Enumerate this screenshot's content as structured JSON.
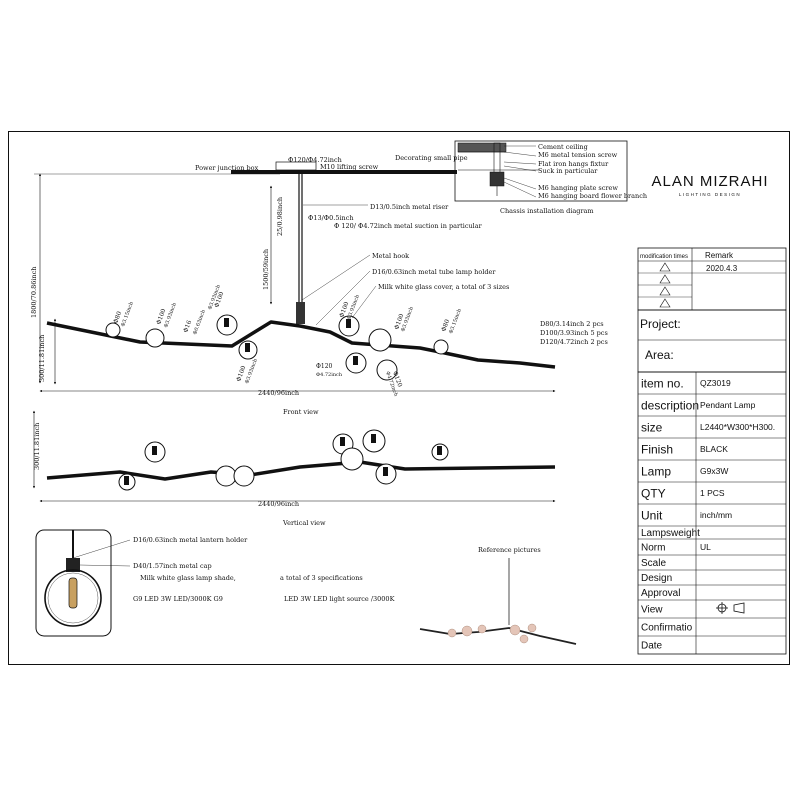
{
  "brand": {
    "name": "ALAN MIZRAHI",
    "tagline": "LIGHTING DESIGN"
  },
  "ceiling_detail": {
    "labels": [
      "Cement ceiling",
      "M6 metal tension screw",
      "Flat iron hangs fixtur",
      "Suck in particular",
      "M6 hanging plate screw",
      "M6 hanging board flower branch"
    ],
    "caption": "Chassis installation diagram"
  },
  "front_view": {
    "caption": "Front view",
    "annotations": {
      "power_box": "Power junction box",
      "small_pipe": "Decorating small pipe",
      "lifting_screw": "M10 lifting screw",
      "top_dia": "Φ120/Φ4.72inch",
      "metal_riser": "D13/0.5inch metal riser",
      "riser_dia": "Φ13/Φ0.5inch",
      "suction": "Φ 120/ Φ4.72inch metal suction in particular",
      "metal_hook": "Metal hook",
      "tube_holder": "D16/0.63inch metal tube lamp holder",
      "glass_cover": "Milk white glass cover, a total of 3 sizes",
      "size_list": [
        "D80/3.14inch   2 pcs",
        "D100/3.93inch  5 pcs",
        "D120/4.72inch  2 pcs"
      ]
    },
    "dims": {
      "height_total": "1800/70.86inch",
      "riser_len": "1500/59inch",
      "top_gap": "25/0.98inch",
      "side_height": "300/11.81inch",
      "width": "2440/96inch"
    },
    "bulb_labels": [
      "Φ80",
      "Φ3.15inch",
      "Φ100",
      "Φ3.93inch",
      "Φ100",
      "Φ3.93inch",
      "Φ16",
      "Φ0.63inch",
      "Φ100",
      "Φ3.93inch",
      "Φ120",
      "Φ4.72inch",
      "Φ100",
      "Φ3.93inch",
      "Φ120",
      "Φ4.72inch",
      "Φ100",
      "Φ3.93inch",
      "Φ80",
      "Φ3.15inch"
    ]
  },
  "vertical_view": {
    "caption": "Vertical view",
    "dims": {
      "side_height": "300/11.81inch",
      "width": "2440/96inch"
    }
  },
  "lamp_detail": {
    "labels": [
      "D16/0.63inch metal lantern holder",
      "D40/1.57inch metal cap",
      "Milk white glass lamp shade,",
      "a total of 3 specifications",
      "G9 LED 3W LED/3000K G9",
      "LED 3W LED light source /3000K"
    ]
  },
  "reference": {
    "caption": "Reference pictures"
  },
  "title_block": {
    "modification_label": "modification times",
    "remark_label": "Remark",
    "remark_value": "2020.4.3",
    "rows": [
      {
        "label": "Project:",
        "value": ""
      },
      {
        "label": "Area:",
        "value": ""
      },
      {
        "label": "item no.",
        "value": "QZ3019"
      },
      {
        "label": "description",
        "value": "Pendant Lamp"
      },
      {
        "label": "size",
        "value": "L2440*W300*H300."
      },
      {
        "label": "Finish",
        "value": "BLACK"
      },
      {
        "label": "Lamp",
        "value": "G9x3W"
      },
      {
        "label": "QTY",
        "value": "1 PCS"
      },
      {
        "label": "Unit",
        "value": "inch/mm"
      },
      {
        "label": "Lampsweight",
        "value": ""
      },
      {
        "label": "Norm",
        "value": "UL"
      },
      {
        "label": "Scale",
        "value": ""
      },
      {
        "label": "Design",
        "value": ""
      },
      {
        "label": "Approval",
        "value": ""
      },
      {
        "label": "View",
        "value": ""
      },
      {
        "label": "Confirmatio",
        "value": ""
      },
      {
        "label": "Date",
        "value": ""
      }
    ]
  },
  "colors": {
    "ink": "#111111",
    "amber": "#c8a060"
  }
}
